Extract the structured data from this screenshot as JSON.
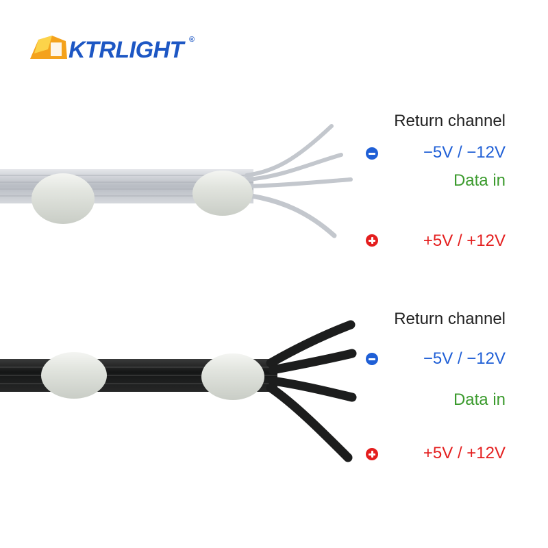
{
  "brand": {
    "name": "KTRLIGHT",
    "registered": "®"
  },
  "upper": {
    "return_label": "Return channel",
    "negative_label": "−5V / −12V",
    "data_label": "Data in",
    "positive_label": "+5V / +12V"
  },
  "lower": {
    "return_label": "Return channel",
    "negative_label": "−5V / −12V",
    "data_label": "Data in",
    "positive_label": "+5V / +12V"
  },
  "colors": {
    "brand": "#1d57c4",
    "negative": "#1f5fd6",
    "data": "#3a9a2c",
    "positive": "#e41e1e",
    "clear_cable": "#c9ccd1",
    "black_cable": "#1e1f1f",
    "connector": "#e6e9e4"
  },
  "icons": {
    "negative": "minus-circle-icon",
    "positive": "plus-circle-icon"
  }
}
